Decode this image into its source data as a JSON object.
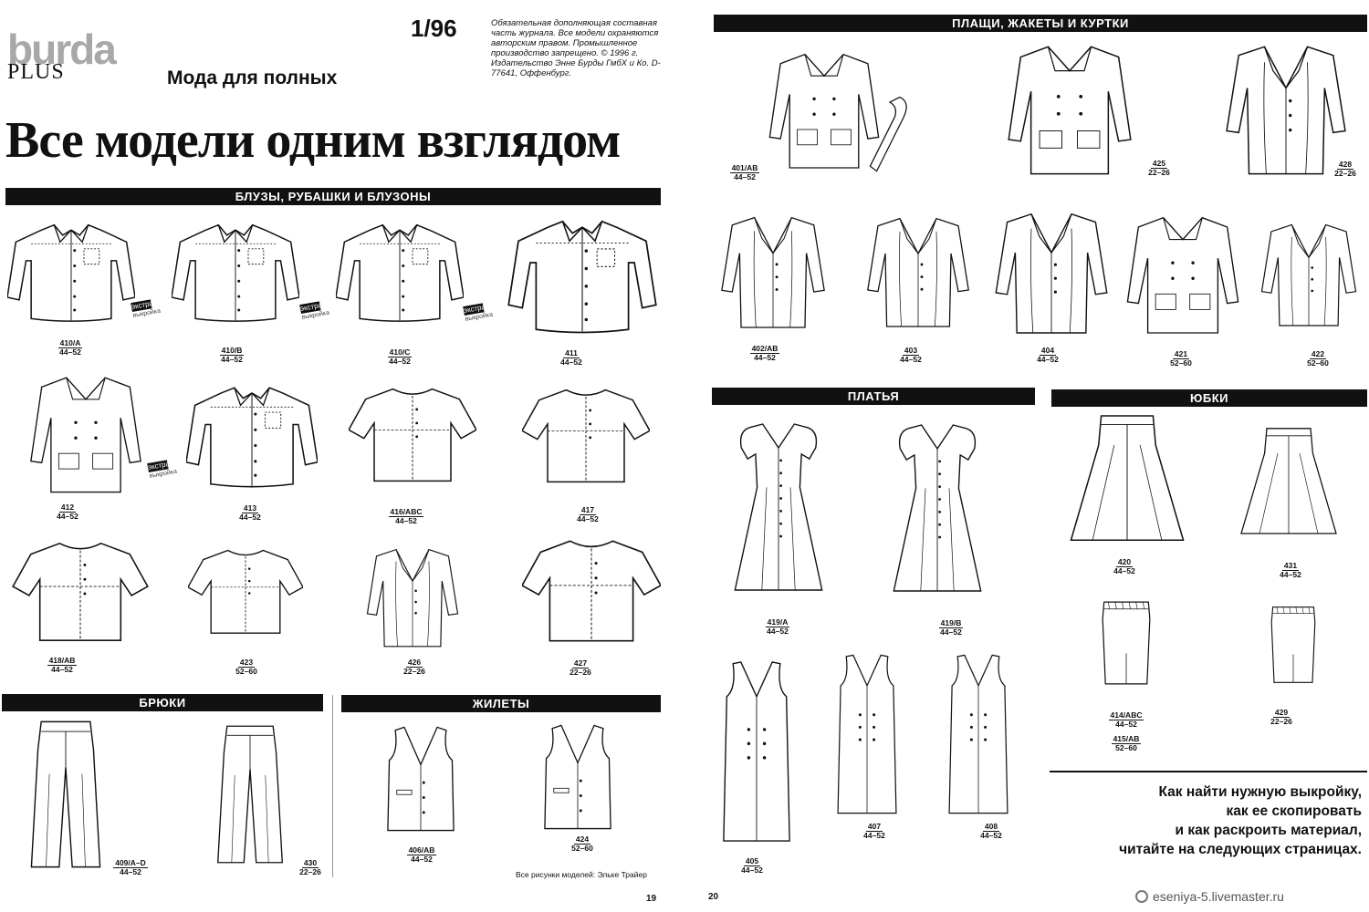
{
  "header": {
    "logo_word": "burda",
    "logo_plus": "PLUS",
    "tagline": "Мода для полных",
    "issue": "1/96",
    "legal": "Обязательная дополняющая составная часть журнала. Все модели охраняются авторским правом. Промышленное производство запрещено. © 1996 г. Издательство Энне Бурды ГмбХ и Ко. D-77641, Оффенбург.",
    "title": "Все модели одним взглядом"
  },
  "tag": {
    "line1": "экстра",
    "line2": "выкройка"
  },
  "sections": {
    "blouses": "БЛУЗЫ, РУБАШКИ И БЛУЗОНЫ",
    "trousers": "БРЮКИ",
    "vests": "ЖИЛЕТЫ",
    "coats": "ПЛАЩИ, ЖАКЕТЫ И КУРТКИ",
    "dresses": "ПЛАТЬЯ",
    "skirts": "ЮБКИ"
  },
  "models": {
    "m410a": {
      "num": "410/A",
      "size": "44–52"
    },
    "m410b": {
      "num": "410/B",
      "size": "44–52"
    },
    "m410c": {
      "num": "410/C",
      "size": "44–52"
    },
    "m411": {
      "num": "411",
      "size": "44–52"
    },
    "m412": {
      "num": "412",
      "size": "44–52"
    },
    "m413": {
      "num": "413",
      "size": "44–52"
    },
    "m416": {
      "num": "416/ABC",
      "size": "44–52"
    },
    "m417": {
      "num": "417",
      "size": "44–52"
    },
    "m418": {
      "num": "418/AB",
      "size": "44–52"
    },
    "m423": {
      "num": "423",
      "size": "52–60"
    },
    "m426": {
      "num": "426",
      "size": "22–26"
    },
    "m427": {
      "num": "427",
      "size": "22–26"
    },
    "m409": {
      "num": "409/A–D",
      "size": "44–52"
    },
    "m430": {
      "num": "430",
      "size": "22–26"
    },
    "m406": {
      "num": "406/AB",
      "size": "44–52"
    },
    "m424": {
      "num": "424",
      "size": "52–60"
    },
    "m401": {
      "num": "401/AB",
      "size": "44–52"
    },
    "m425": {
      "num": "425",
      "size": "22–26"
    },
    "m428": {
      "num": "428",
      "size": "22–26"
    },
    "m402": {
      "num": "402/AB",
      "size": "44–52"
    },
    "m403": {
      "num": "403",
      "size": "44–52"
    },
    "m404": {
      "num": "404",
      "size": "44–52"
    },
    "m421": {
      "num": "421",
      "size": "52–60"
    },
    "m422": {
      "num": "422",
      "size": "52–60"
    },
    "m419a": {
      "num": "419/A",
      "size": "44–52"
    },
    "m419b": {
      "num": "419/B",
      "size": "44–52"
    },
    "m420": {
      "num": "420",
      "size": "44–52"
    },
    "m431": {
      "num": "431",
      "size": "44–52"
    },
    "m414": {
      "num": "414/ABC",
      "size": "44–52"
    },
    "m415": {
      "num": "415/AB",
      "size": "52–60"
    },
    "m429": {
      "num": "429",
      "size": "22–26"
    },
    "m405": {
      "num": "405",
      "size": "44–52"
    },
    "m407": {
      "num": "407",
      "size": "44–52"
    },
    "m408": {
      "num": "408",
      "size": "44–52"
    }
  },
  "footer": {
    "credit": "Все рисунки моделей: Эльке Трайер",
    "page_left": "19",
    "page_right": "20",
    "howto": [
      "Как найти нужную выкройку,",
      "как ее скопировать",
      "и как раскроить материал,",
      "читайте на следующих страницах."
    ],
    "watermark": "eseniya-5.livemaster.ru"
  }
}
